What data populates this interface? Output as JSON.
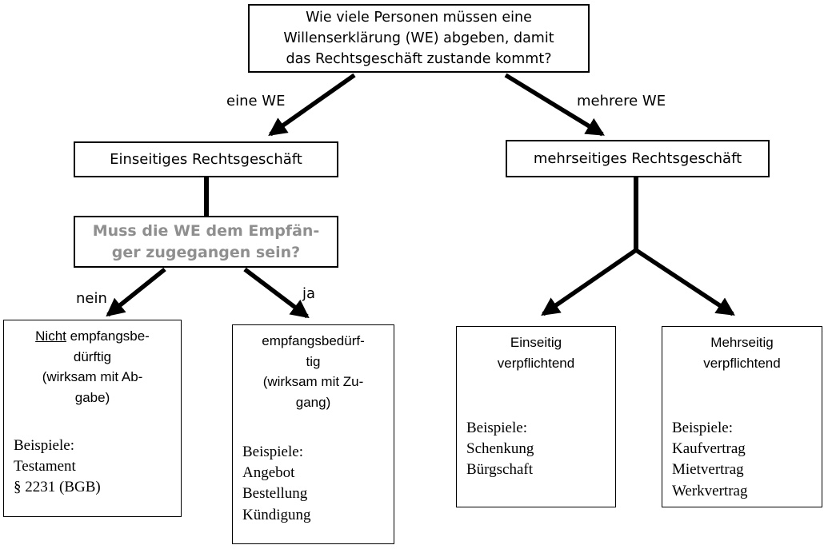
{
  "colors": {
    "background": "#ffffff",
    "line": "#000000",
    "muted_text": "#8f8f8f"
  },
  "root": {
    "question": "Wie viele Personen müssen eine\nWillenserklärung (WE) abgeben, damit\ndas Rechtsgeschäft zustande kommt?"
  },
  "edges": {
    "left": "eine WE",
    "right": "mehrere WE",
    "no": "nein",
    "yes": "ja"
  },
  "level2": {
    "left": "Einseitiges Rechtsgeschäft",
    "right": "mehrseitiges Rechtsgeschäft"
  },
  "question2": "Muss die WE dem Empfän-\nger zugegangen sein?",
  "leaves": {
    "nicht_empfangsbeduerftig": {
      "title_underline": "Nicht",
      "title_rest": " empfangsbe-\ndürftig\n(wirksam mit Ab-\ngabe)",
      "examples_label": "Beispiele:",
      "examples": [
        "Testament",
        "§ 2231 (BGB)"
      ]
    },
    "empfangsbeduerftig": {
      "title_rest": "empfangsbedürf-\ntig\n(wirksam mit Zu-\ngang)",
      "examples_label": "Beispiele:",
      "examples": [
        "Angebot",
        "Bestellung",
        "Kündigung"
      ]
    },
    "einseitig_verpflichtend": {
      "title_rest": "Einseitig\nverpflichtend",
      "examples_label": "Beispiele:",
      "examples": [
        "Schenkung",
        "Bürgschaft"
      ]
    },
    "mehrseitig_verpflichtend": {
      "title_rest": "Mehrseitig\nverpflichtend",
      "examples_label": "Beispiele:",
      "examples": [
        "Kaufvertrag",
        "Mietvertrag",
        "Werkvertrag"
      ]
    }
  }
}
